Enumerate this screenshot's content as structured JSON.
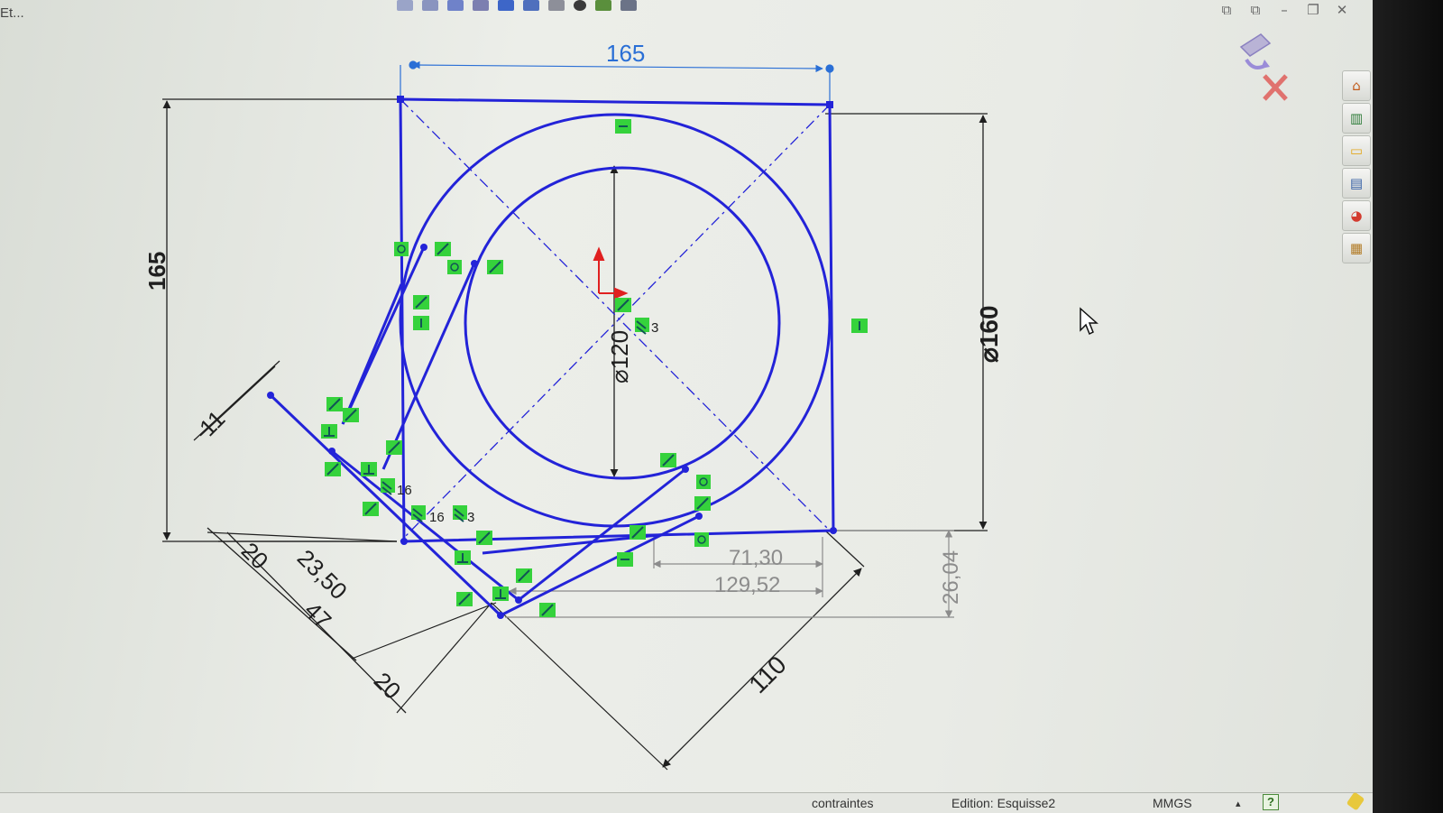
{
  "window": {
    "tab_label": "Et...",
    "controls": [
      "⧉",
      "⧉",
      "–",
      "❐",
      "✕"
    ]
  },
  "toolbar": {
    "icons": [
      "zoom-fit-icon",
      "zoom-area-icon",
      "previous-view-icon",
      "section-view-icon",
      "view-orientation-icon",
      "display-style-icon",
      "hide-show-icon",
      "appearance-icon",
      "scene-icon",
      "view-settings-icon"
    ]
  },
  "confirmation_corner": {
    "exit_sketch_icon": "exit-sketch-icon",
    "cancel_icon": "cancel-sketch-icon"
  },
  "task_pane": {
    "tabs": [
      {
        "name": "home-icon",
        "glyph": "⌂"
      },
      {
        "name": "design-library-icon",
        "glyph": "▥"
      },
      {
        "name": "file-explorer-icon",
        "glyph": "▭"
      },
      {
        "name": "view-palette-icon",
        "glyph": "▤"
      },
      {
        "name": "appearances-icon",
        "glyph": "◕"
      },
      {
        "name": "custom-properties-icon",
        "glyph": "▦"
      }
    ]
  },
  "sketch": {
    "dimensions": {
      "top_width": "165",
      "left_height": "165",
      "outer_diameter": "⌀160",
      "inner_diameter": "⌀120",
      "offset_11": "11",
      "offset_20_a": "20",
      "offset_23_50": "23,50",
      "offset_47": "47",
      "offset_20_b": "20",
      "diag_110": "110",
      "driven_71_30": "71,30",
      "driven_129_52": "129,52",
      "driven_26_04": "26,04"
    },
    "relation_numbers": {
      "r3_a": "3",
      "r16_a": "16",
      "r16_b": "16",
      "r3_b": "3"
    },
    "colors": {
      "geometry": "#2323d8",
      "dimension": "#1f1f1f",
      "driven": "#8c8c8c",
      "selected_dim": "#2a6fd6",
      "relation_bg": "#35d23c",
      "origin": "#e02020"
    }
  },
  "statusbar": {
    "item1": "contraintes",
    "item2": "Edition: Esquisse2",
    "units": "MMGS",
    "units_arrow": "▴",
    "help_icon": "?"
  }
}
